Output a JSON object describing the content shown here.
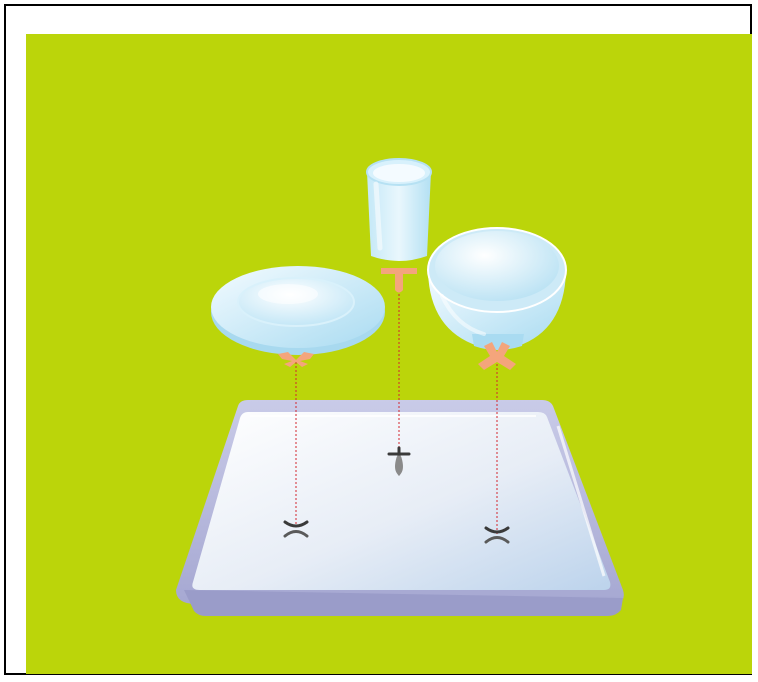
{
  "scene": {
    "background_color": "#bbd50a",
    "frame_color": "#000000",
    "objects": [
      {
        "name": "plate",
        "icon": "plate-icon"
      },
      {
        "name": "glass",
        "icon": "cup-icon"
      },
      {
        "name": "bowl",
        "icon": "bowl-icon"
      },
      {
        "name": "tray",
        "icon": "tray-icon"
      }
    ],
    "markers": [
      {
        "name": "plate-target",
        "icon": "cross-marker-icon"
      },
      {
        "name": "glass-target",
        "icon": "cross-marker-icon"
      },
      {
        "name": "bowl-target",
        "icon": "cross-marker-icon"
      }
    ],
    "colors": {
      "dish_light": "#e6f6fd",
      "dish_dark": "#9fd6ee",
      "tray_rim": "#b4b6dc",
      "tray_surface": "#e4eaf4",
      "connector": "#f4a57c",
      "guide_line": "#d3262e",
      "marker": "#3a3a3a"
    }
  }
}
